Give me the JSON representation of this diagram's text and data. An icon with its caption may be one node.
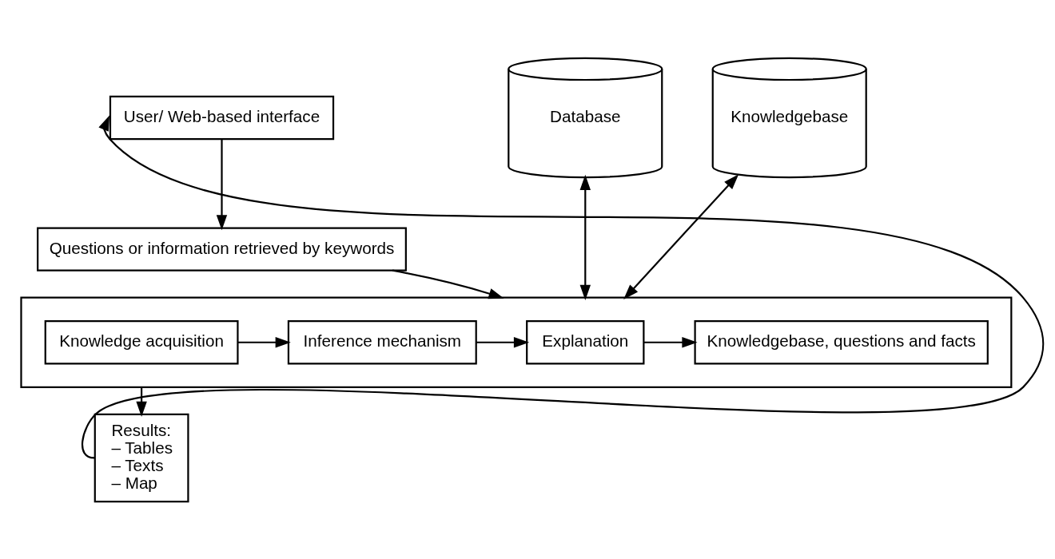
{
  "diagram": {
    "nodes": [
      {
        "text": [
          "User/ Web-based interface"
        ]
      },
      {
        "text": [
          "Questions or information retrieved by keywords"
        ]
      },
      {
        "text": [
          "Database"
        ]
      },
      {
        "text": [
          "Knowledgebase"
        ]
      },
      {
        "text": [],
        "shape": "box"
      },
      {
        "text": [
          "Knowledge acquisition"
        ],
        "in": 4
      },
      {
        "text": [
          "Inference mechanism"
        ],
        "in": 4
      },
      {
        "text": [
          "Explanation"
        ],
        "in": 4
      },
      {
        "text": [
          "Knowledgebase, questions and facts"
        ],
        "in": 4
      },
      {
        "text": [
          "Results:",
          "– Tables",
          "– Texts",
          "– Map"
        ]
      }
    ],
    "edges": [
      {
        "from": 0,
        "to": 1,
        "arrow": "to"
      },
      {
        "from": 1,
        "to": 4,
        "arrow": "to"
      },
      {
        "from": 2,
        "to": 4,
        "arrow": "both"
      },
      {
        "from": 3,
        "to": 4,
        "arrow": "both"
      },
      {
        "from": 5,
        "to": 6,
        "arrow": "to"
      },
      {
        "from": 6,
        "to": 7,
        "arrow": "to"
      },
      {
        "from": 7,
        "to": 8,
        "arrow": "to"
      },
      {
        "from": 4,
        "to": 9,
        "arrow": "to"
      },
      {
        "from": 9,
        "to": 0,
        "arrow": "to"
      }
    ]
  }
}
